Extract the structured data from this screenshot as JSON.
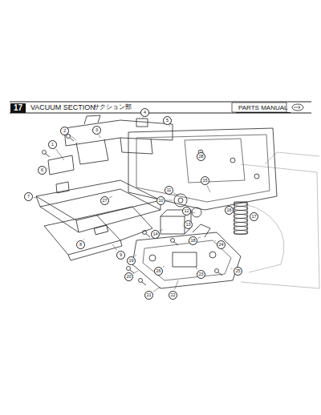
{
  "diagram": {
    "labels": [
      "17",
      "VACUUM SECTION",
      "サクション部",
      "PARTS MANUAL",
      "1",
      "2",
      "3",
      "4",
      "5",
      "6",
      "7",
      "8",
      "9",
      "10",
      "11",
      "12",
      "13",
      "14",
      "15",
      "16",
      "17",
      "18",
      "19",
      "20",
      "21",
      "22",
      "23",
      "24",
      "25",
      "26",
      "27",
      "28"
    ]
  }
}
